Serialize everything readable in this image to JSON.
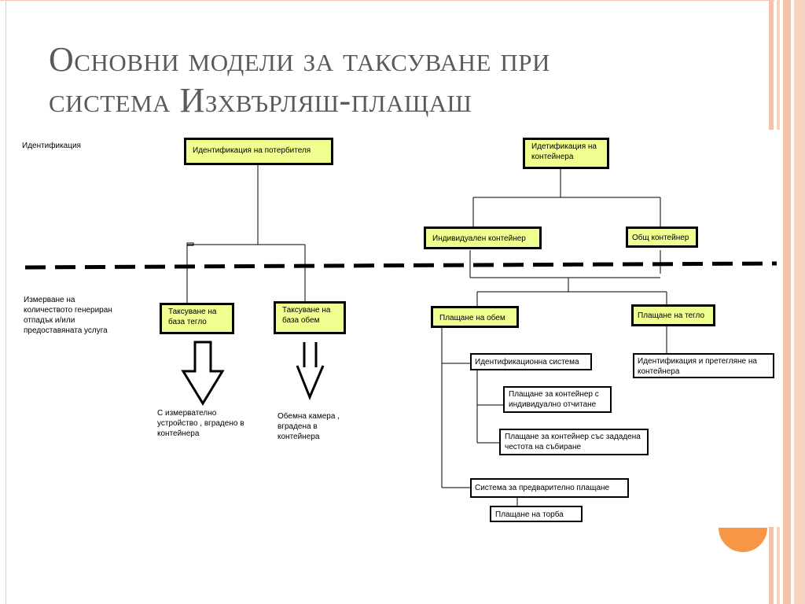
{
  "slide": {
    "title_line1": "Основни модели за таксуване при",
    "title_line2": "система Изхвърляш-плащаш",
    "accent_color": "#f79646"
  },
  "diagram": {
    "labels": {
      "identification": "Идентификация",
      "measurement": "Измерване на количеството генериран отпадък и/или предоставяната услуга",
      "measure_device": "С измервателно устройство , вградено в контейнера",
      "volume_chamber": "Обемна камера , вградена в контейнера"
    },
    "boxes": {
      "user_id": "Идентификация на потербителя",
      "container_id": "Идетификация на контейнера",
      "individual_container": "Индивидуален контейнер",
      "common_container": "Общ контейнер",
      "tax_weight": "Таксуване на база тегло",
      "tax_volume": "Таксуване на база обем",
      "pay_volume": "Плащане на обем",
      "pay_weight": "Плащане на тегло",
      "id_system": "Идентификационна система",
      "id_weighing": "Идентификация и претегляне на контейнера",
      "pay_individual": "Плащане за контейнер с индивидуално отчитане",
      "pay_frequency": "Плащане за контейнер със зададена честота на събиране",
      "prepay_system": "Система за предварително плащане",
      "pay_bag": "Плащане на торба"
    }
  }
}
